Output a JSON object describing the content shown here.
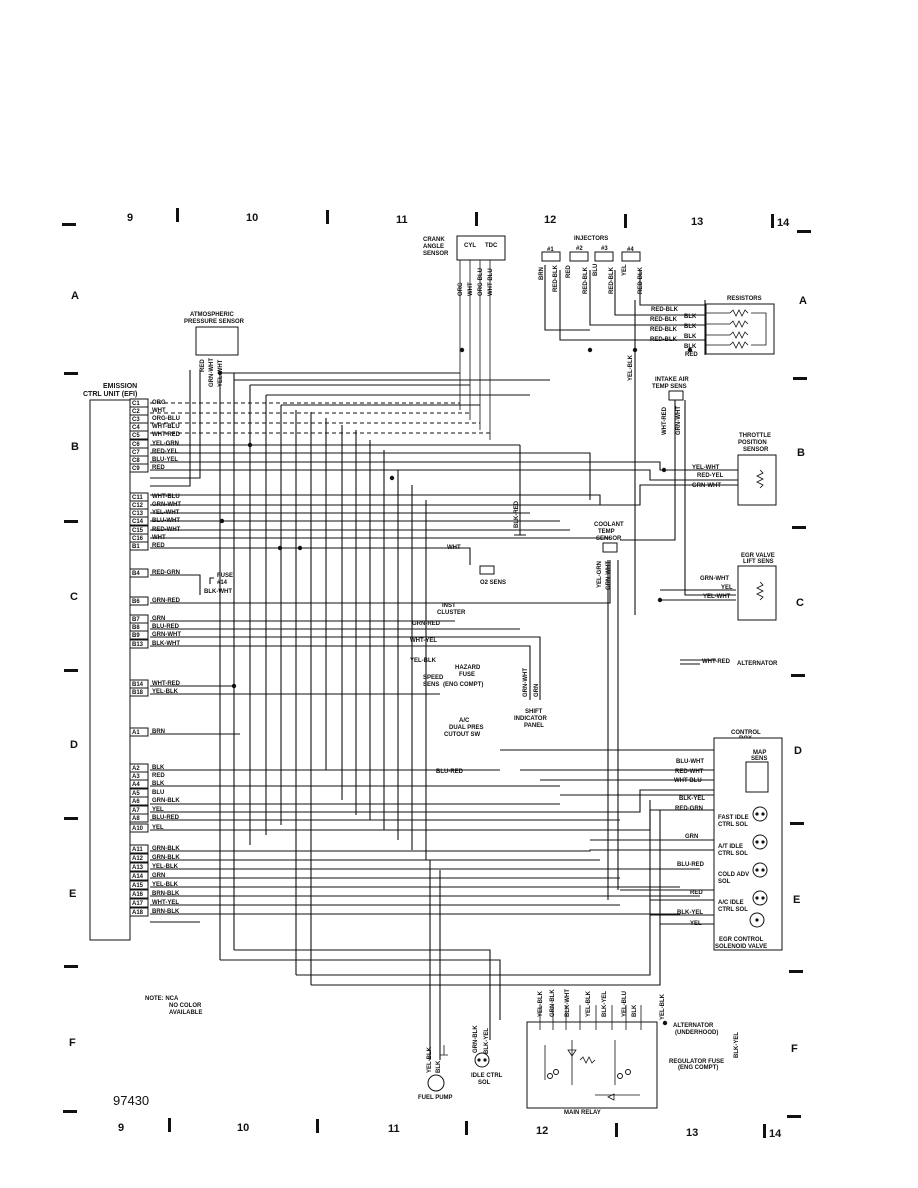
{
  "columns_top": [
    "9",
    "10",
    "11",
    "12",
    "13",
    "14"
  ],
  "columns_bottom": [
    "9",
    "10",
    "11",
    "12",
    "13",
    "14"
  ],
  "rows": [
    "A",
    "B",
    "C",
    "D",
    "E",
    "F"
  ],
  "drawing_number": "97430",
  "note": [
    "NOTE: NCA",
    "NO COLOR",
    "AVAILABLE"
  ],
  "ecu": {
    "title": [
      "EMISSION",
      "CTRL UNIT (EFI)"
    ],
    "pins": [
      {
        "pin": "C1",
        "wire": "ORG"
      },
      {
        "pin": "C2",
        "wire": "WHT"
      },
      {
        "pin": "C3",
        "wire": "ORG-BLU"
      },
      {
        "pin": "C4",
        "wire": "WHT-BLU"
      },
      {
        "pin": "C5",
        "wire": "WHT-RED"
      },
      {
        "pin": "C6",
        "wire": "YEL-GRN"
      },
      {
        "pin": "C7",
        "wire": "RED-YEL"
      },
      {
        "pin": "C8",
        "wire": "BLU-YEL"
      },
      {
        "pin": "C9",
        "wire": "RED"
      },
      {
        "pin": "C11",
        "wire": "WHT-BLU"
      },
      {
        "pin": "C12",
        "wire": "GRN-WHT"
      },
      {
        "pin": "C13",
        "wire": "YEL-WHT"
      },
      {
        "pin": "C14",
        "wire": "BLU-WHT"
      },
      {
        "pin": "C15",
        "wire": "RED-WHT"
      },
      {
        "pin": "C16",
        "wire": "WHT"
      },
      {
        "pin": "B1",
        "wire": "RED"
      },
      {
        "pin": "B4",
        "wire": "RED-GRN"
      },
      {
        "pin": "B6",
        "wire": "GRN-RED"
      },
      {
        "pin": "B7",
        "wire": "GRN"
      },
      {
        "pin": "B8",
        "wire": "BLU-RED"
      },
      {
        "pin": "B9",
        "wire": "GRN-WHT"
      },
      {
        "pin": "B13",
        "wire": "BLK-WHT"
      },
      {
        "pin": "B14",
        "wire": "WHT-RED"
      },
      {
        "pin": "B18",
        "wire": "YEL-BLK"
      },
      {
        "pin": "A1",
        "wire": "BRN"
      },
      {
        "pin": "A2",
        "wire": "BLK"
      },
      {
        "pin": "A3",
        "wire": "RED"
      },
      {
        "pin": "A4",
        "wire": "BLK"
      },
      {
        "pin": "A5",
        "wire": "BLU"
      },
      {
        "pin": "A6",
        "wire": "GRN-BLK"
      },
      {
        "pin": "A7",
        "wire": "YEL"
      },
      {
        "pin": "A8",
        "wire": "BLU-RED"
      },
      {
        "pin": "A10",
        "wire": "YEL"
      },
      {
        "pin": "A11",
        "wire": "GRN-BLK"
      },
      {
        "pin": "A12",
        "wire": "GRN-BLK"
      },
      {
        "pin": "A13",
        "wire": "YEL-BLK"
      },
      {
        "pin": "A14",
        "wire": "GRN"
      },
      {
        "pin": "A15",
        "wire": "YEL-BLK"
      },
      {
        "pin": "A16",
        "wire": "BRN-BLK"
      },
      {
        "pin": "A17",
        "wire": "WHT-YEL"
      },
      {
        "pin": "A18",
        "wire": "BRN-BLK"
      }
    ]
  },
  "components": {
    "crank_sensor": [
      "CRANK",
      "ANGLE",
      "SENSOR"
    ],
    "crank_cyl": "CYL",
    "crank_tdc": "TDC",
    "crank_wires": [
      "ORG",
      "WHT",
      "ORG-BLU",
      "WHT-BLU"
    ],
    "injectors_title": "INJECTORS",
    "injector_nums": [
      "#1",
      "#2",
      "#3",
      "#4"
    ],
    "injector_wires": [
      "BRN",
      "RED-BLK",
      "RED",
      "RED-BLK",
      "BLU",
      "RED-BLK",
      "YEL",
      "RED-BLK"
    ],
    "resistors_title": "RESISTORS",
    "resistor_wires": [
      "RED-BLK",
      "BLK",
      "RED-BLK",
      "BLK",
      "RED-BLK",
      "BLK",
      "RED-BLK",
      "BLK",
      "RED"
    ],
    "atmos_sensor": [
      "ATMOSPHERIC",
      "PRESSURE SENSOR"
    ],
    "atmos_wires": [
      "RED",
      "GRN-WHT",
      "YEL-WHT"
    ],
    "iat_sensor": [
      "INTAKE AIR",
      "TEMP SENS"
    ],
    "iat_wires": [
      "WHT-RED",
      "GRN-WHT"
    ],
    "yel_blk_vertical": "YEL-BLK",
    "throttle_sensor": [
      "THROTTLE",
      "POSITION",
      "SENSOR"
    ],
    "throttle_wires": [
      "YEL-WHT",
      "RED-YEL",
      "GRN-WHT"
    ],
    "blk_red_ground": "BLK-RED",
    "coolant_sensor": [
      "COOLANT",
      "TEMP",
      "SENSOR"
    ],
    "coolant_wires": [
      "YEL-GRN",
      "GRN-WHT"
    ],
    "egr_sensor": [
      "EGR VALVE",
      "LIFT SENS"
    ],
    "egr_wires": [
      "GRN-WHT",
      "YEL",
      "YEL-WHT"
    ],
    "o2_wire": "WHT",
    "o2_sensor": "O2 SENS",
    "fuse14": [
      "FUSE",
      "#14"
    ],
    "fuse14_wire": "BLK-WHT",
    "inst_cluster": [
      "INST",
      "CLUSTER"
    ],
    "inst_wire": "GRN-RED",
    "hazard_wire": "WHT-YEL",
    "hazard_fuse": [
      "HAZARD",
      "FUSE",
      "(ENG COMPT)"
    ],
    "speed_wire": "YEL-BLK",
    "speed_sens": [
      "SPEED",
      "SENS"
    ],
    "shift_wires": [
      "GRN-WHT",
      "GRN"
    ],
    "shift_panel": [
      "SHIFT",
      "INDICATOR",
      "PANEL"
    ],
    "ac_switch": [
      "A/C",
      "DUAL PRES",
      "CUTOUT SW"
    ],
    "ac_wire": "BLU-RED",
    "alternator_wire": "WHT-RED",
    "alternator": "ALTERNATOR",
    "control_box": [
      "CONTROL",
      "BOX"
    ],
    "map_sens": [
      "MAP",
      "SENS"
    ],
    "map_wires": [
      "BLU-WHT",
      "RED-WHT",
      "WHT-BLU"
    ],
    "fast_idle": [
      "FAST IDLE",
      "CTRL SOL"
    ],
    "fast_idle_wires": [
      "BLK-YEL",
      "RED-GRN"
    ],
    "ac_idle_wire": "GRN",
    "ac_idle": [
      "A/T IDLE",
      "CTRL SOL"
    ],
    "cold_adv_wire": "BLU-RED",
    "cold_adv": [
      "COLD ADV",
      "SOL"
    ],
    "ac_idle2_wire": "RED",
    "ac_idle2": [
      "A/C IDLE",
      "CTRL SOL"
    ],
    "egr_sol_wires": [
      "BLK-YEL",
      "YEL"
    ],
    "egr_sol": [
      "EGR CONTROL",
      "SOLENOID VALVE"
    ],
    "relay_wires": [
      "YEL-BLK",
      "GRN-BLK",
      "BLK-WHT",
      "YEL-BLK",
      "BLK-YEL",
      "YEL-BLU",
      "BLK"
    ],
    "relay_alt_wire": "YEL-BLK",
    "relay_alt": [
      "ALTERNATOR",
      "(UNDERHOOD)"
    ],
    "reg_fuse_wire": "BLK-YEL",
    "reg_fuse": [
      "REGULATOR FUSE",
      "(ENG COMPT)"
    ],
    "main_relay": "MAIN RELAY",
    "idle_wires": [
      "GRN-BLK",
      "BLK-YEL"
    ],
    "idle_sol": [
      "IDLE CTRL",
      "SOL"
    ],
    "fuel_wires": [
      "YEL-BLK",
      "BLK"
    ],
    "fuel_pump": "FUEL PUMP"
  }
}
